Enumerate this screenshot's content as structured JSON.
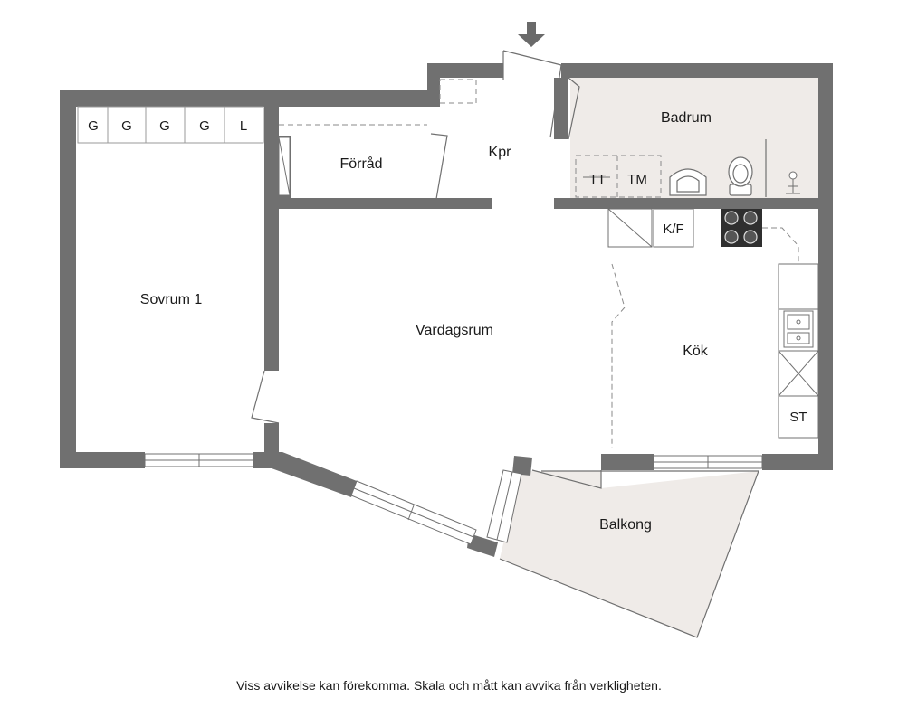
{
  "rooms": {
    "sovrum": "Sovrum 1",
    "forrad": "Förråd",
    "kpr": "Kpr",
    "badrum": "Badrum",
    "vardagsrum": "Vardagsrum",
    "kok": "Kök",
    "balkong": "Balkong"
  },
  "wardrobes": [
    "G",
    "G",
    "G",
    "G",
    "L"
  ],
  "fixtures": {
    "tt": "TT",
    "tm": "TM",
    "kf": "K/F",
    "st": "ST"
  },
  "icons": {
    "entrance": "entrance-arrow-icon",
    "stove": "stove-icon",
    "sink": "sink-icon",
    "toilet": "toilet-icon",
    "shower": "shower-icon"
  },
  "colors": {
    "wall": "#707070",
    "wet_area": "#efebe8",
    "dashed": "#8a8a8a"
  },
  "disclaimer": "Viss avvikelse kan förekomma. Skala och mått kan avvika från verkligheten."
}
